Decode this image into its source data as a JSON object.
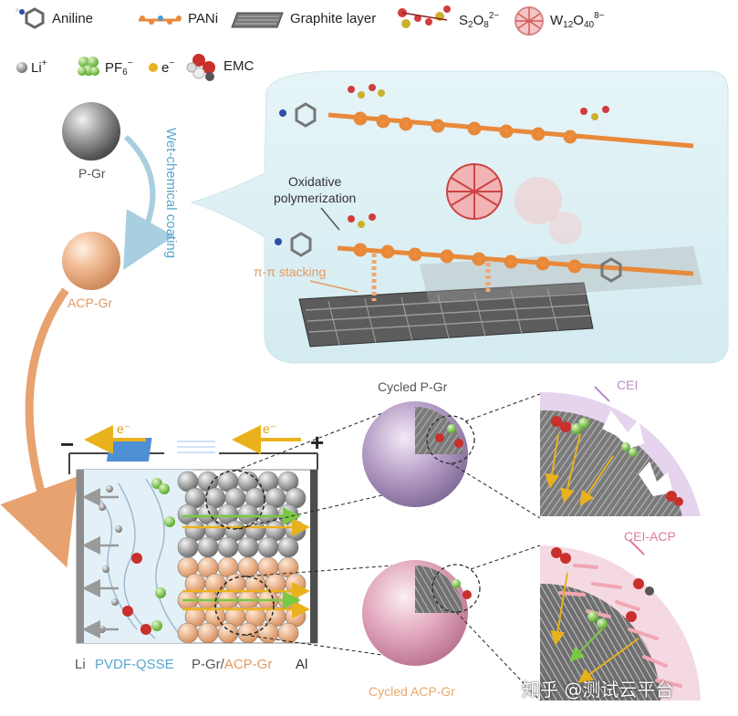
{
  "legend": {
    "aniline": "Aniline",
    "pani": "PANi",
    "graphite": "Graphite layer",
    "persulfate": {
      "base": "S",
      "sub1": "2",
      "mid": "O",
      "sub2": "8",
      "sup": "2−"
    },
    "tungstate": {
      "base": "W",
      "sub1": "12",
      "mid": "O",
      "sub2": "40",
      "sup": "8−"
    },
    "li": {
      "base": "Li",
      "sup": "+"
    },
    "pf6": {
      "base": "PF",
      "sub": "6",
      "sup": "−"
    },
    "electron": {
      "base": "e",
      "sup": "−"
    },
    "emc": "EMC"
  },
  "top_panel": {
    "pgr_label": "P-Gr",
    "acpgr_label": "ACP-Gr",
    "process_label": "Wet-chemical coating",
    "oxidative": "Oxidative\npolymerization",
    "stacking": "π-π stacking"
  },
  "battery": {
    "minus": "−",
    "plus": "+",
    "e_left": "e⁻",
    "e_right": "e⁻",
    "bottom_li": "Li",
    "bottom_pvdf": "PVDF-QSSE",
    "bottom_pgr": "P-Gr/",
    "bottom_acp": "ACP-Gr",
    "bottom_al": "Al"
  },
  "cycled": {
    "pgr": "Cycled P-Gr",
    "acp": "Cycled ACP-Gr",
    "cei": "CEI",
    "cei_acp": "CEI-ACP"
  },
  "watermark": "知乎 @测试云平台",
  "colors": {
    "orange": "#e39a63",
    "pink_label": "#e07c98",
    "blue_label": "#58a6cf",
    "gold": "#e9b21c",
    "green": "#7ac943",
    "bubble": "#d9eef3"
  }
}
